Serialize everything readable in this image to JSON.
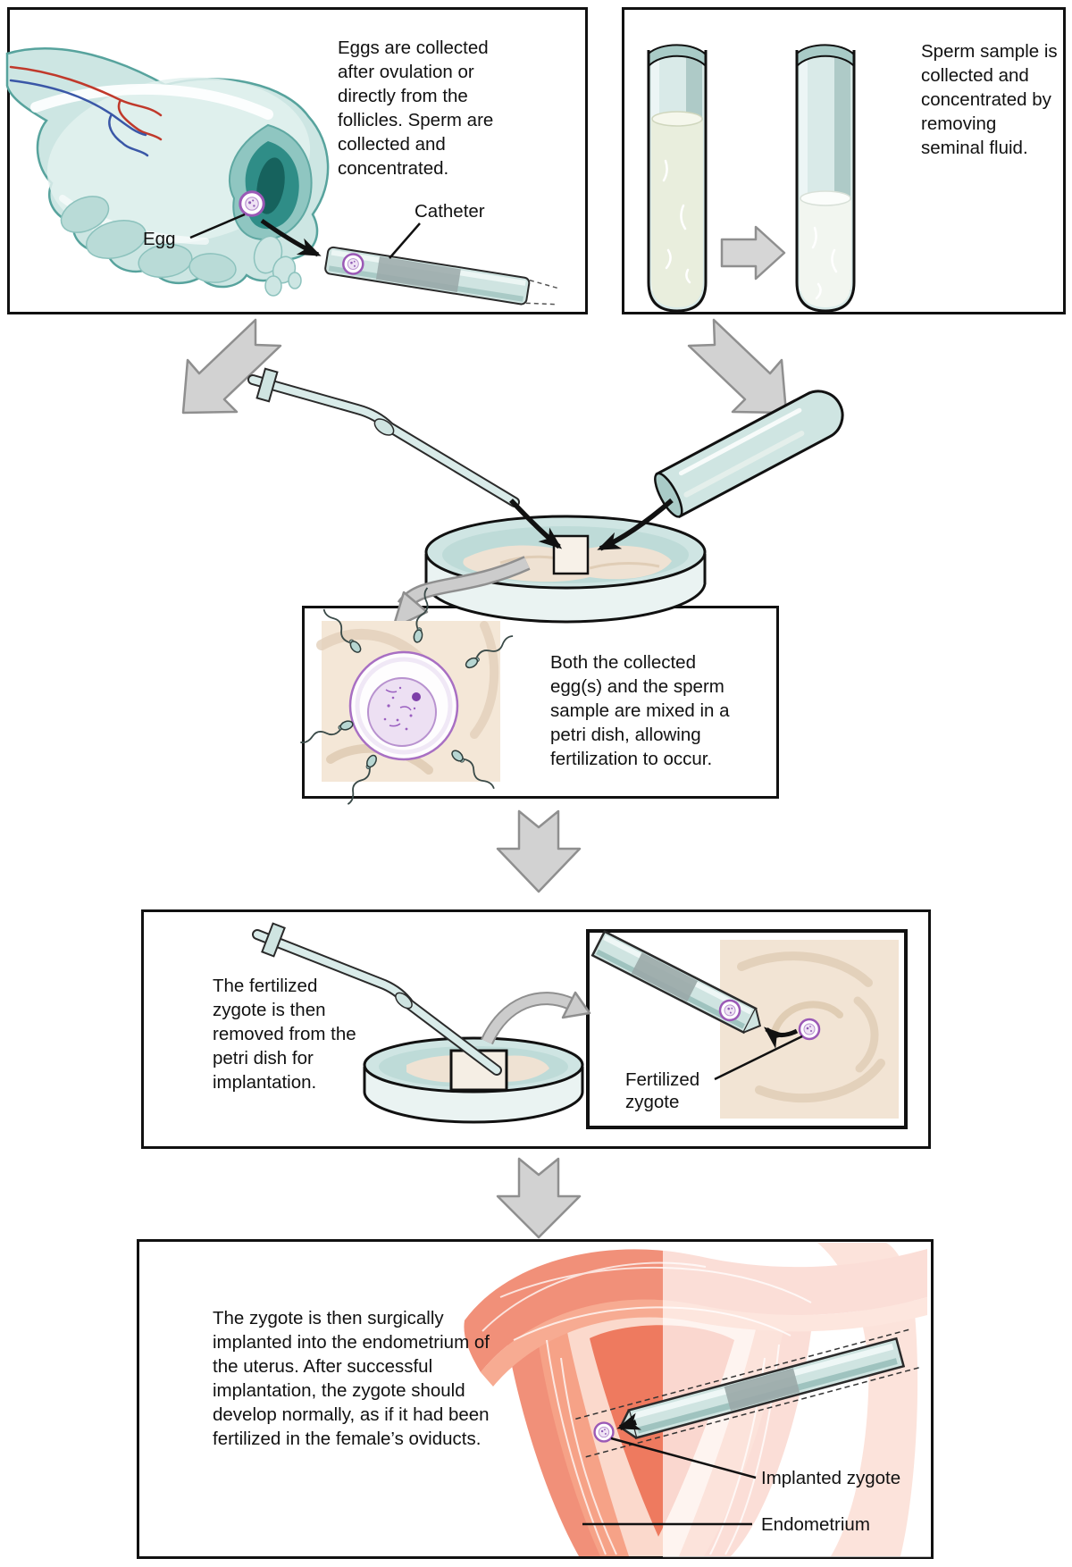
{
  "panels": {
    "egg_collection": {
      "description": "Eggs are collected after ovulation or directly from the follicles. Sperm are collected and concentrated.",
      "labels": {
        "egg": "Egg",
        "catheter": "Catheter"
      }
    },
    "sperm_collection": {
      "description": "Sperm sample is collected and concentrated by removing seminal fluid."
    },
    "fertilization": {
      "description": "Both the collected egg(s) and the sperm sample are mixed in a petri dish, allowing fertilization to occur."
    },
    "zygote_removal": {
      "description": "The fertilized zygote is then removed from the petri dish for implantation.",
      "labels": {
        "fertilized_zygote": "Fertilized zygote"
      }
    },
    "implantation": {
      "description": "The zygote is then surgically implanted into the endometrium of the uterus. After successful implantation, the zygote should develop normally, as if it had been fertilized in the female’s oviducts.",
      "labels": {
        "implanted_zygote": "Implanted zygote",
        "endometrium": "Endometrium"
      }
    }
  },
  "colors": {
    "outline": "#111111",
    "tissue_teal": "#cde6e3",
    "tissue_teal_deep": "#2f8d87",
    "glass_teal": "#d9eae8",
    "arrow_gray_fill": "#d2d2d2",
    "arrow_gray_stroke": "#8f8f8f",
    "beige_background": "#f2e4d4",
    "uterus_salmon": "#f19079",
    "uterus_cavity": "#ee7a5f",
    "egg_purple": "#9b59b6",
    "vessel_red": "#c0392b",
    "vessel_blue": "#3a57a7"
  }
}
